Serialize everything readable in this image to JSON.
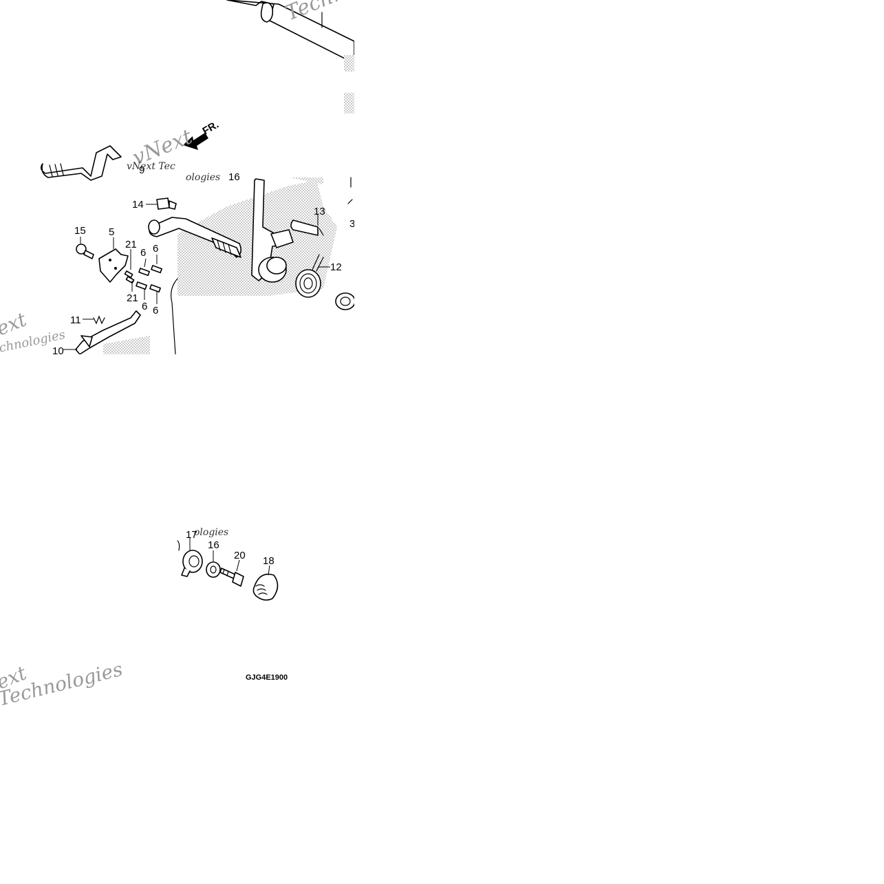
{
  "diagram_code": "GJG4E1900",
  "direction_label": "FR.",
  "watermark": {
    "line1": "vNext",
    "line2": "Technologies",
    "fragment_text": "vNext Tec",
    "fragment_ologies": "ologies",
    "fragment_ext": "ext",
    "fragment_chnologies": "chnologies",
    "fragment_techno": "Techno"
  },
  "callouts": {
    "c5": "5",
    "c6a": "6",
    "c6b": "6",
    "c6c": "6",
    "c6d": "6",
    "c9": "9",
    "c10": "10",
    "c11": "11",
    "c12": "12",
    "c13": "13",
    "c14": "14",
    "c15": "15",
    "c16": "16",
    "c17": "17",
    "c18": "18",
    "c20": "20",
    "c21a": "21",
    "c21b": "21",
    "c16top": "16",
    "c3": "3"
  }
}
